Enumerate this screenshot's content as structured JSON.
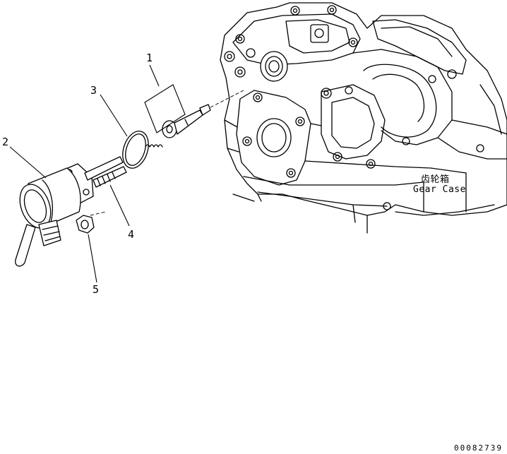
{
  "callouts": [
    {
      "id": "1",
      "text": "1"
    },
    {
      "id": "2",
      "text": "2"
    },
    {
      "id": "3",
      "text": "3"
    },
    {
      "id": "4",
      "text": "4"
    },
    {
      "id": "5",
      "text": "5"
    }
  ],
  "gear_case": {
    "label_cn": "齿轮箱",
    "label_en": "Gear Case"
  },
  "drawing_number": "00082739"
}
